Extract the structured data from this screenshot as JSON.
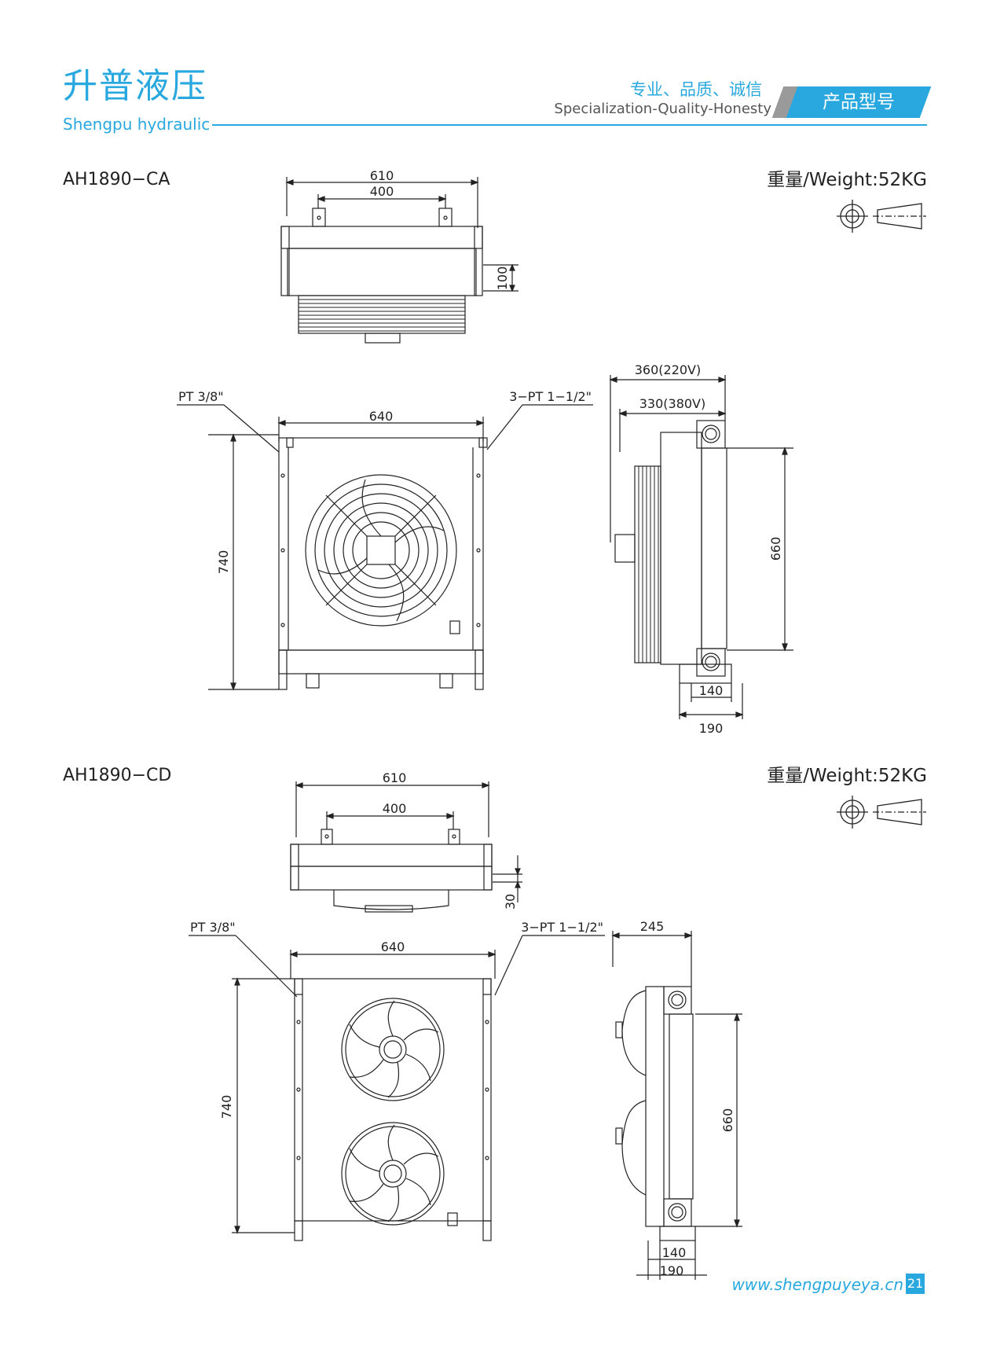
{
  "header": {
    "brand_cn": "升普液压",
    "brand_en": "Shengpu hydraulic",
    "slogan_cn": "专业、品质、诚信",
    "slogan_en": "Specialization-Quality-Honesty",
    "tab_label": "产品型号"
  },
  "sections": [
    {
      "model": "AH1890−CA",
      "weight": "重量/Weight:52KG",
      "top_view": {
        "dim_outer": "610",
        "dim_inner": "400",
        "dim_side": "100"
      },
      "front_view": {
        "port_left": "PT 3/8\"",
        "port_right": "3−PT 1−1/2\"",
        "width": "640",
        "height": "740"
      },
      "side_view": {
        "depth_220v": "360(220V)",
        "depth_380v": "330(380V)",
        "height": "660",
        "foot_inner": "140",
        "foot_outer": "190"
      }
    },
    {
      "model": "AH1890−CD",
      "weight": "重量/Weight:52KG",
      "top_view": {
        "dim_outer": "610",
        "dim_inner": "400",
        "dim_side": "30"
      },
      "front_view": {
        "port_left": "PT 3/8\"",
        "port_right": "3−PT 1−1/2\"",
        "width": "640",
        "height": "740"
      },
      "side_view": {
        "depth": "245",
        "height": "660",
        "foot_inner": "140",
        "foot_outer": "190"
      }
    }
  ],
  "footer": {
    "url": "www.shengpuyeya.cn",
    "page": "21"
  }
}
